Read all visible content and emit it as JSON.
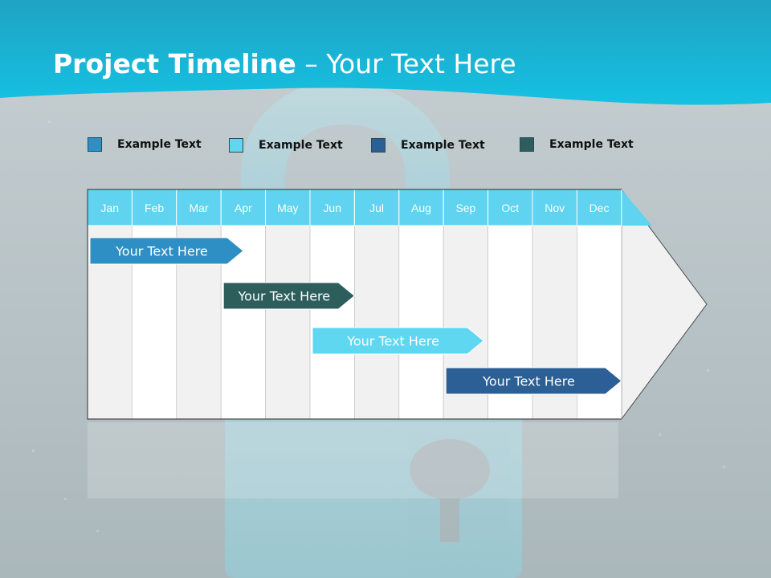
{
  "slide": {
    "title_bold": "Project Timeline",
    "title_rest": " – Your Text Here"
  },
  "colors": {
    "header_wave": "#17b5d6",
    "month_header": "#5fd3ef",
    "column_light": "#f1f1f1",
    "column_white": "#ffffff",
    "series": [
      "#2e8fc4",
      "#5fd7f1",
      "#2c5f95",
      "#2d5e5c"
    ]
  },
  "legend": [
    {
      "label": "Example Text",
      "color": "#2e8fc4"
    },
    {
      "label": "Example Text",
      "color": "#5fd7f1"
    },
    {
      "label": "Example Text",
      "color": "#2c5f95"
    },
    {
      "label": "Example Text",
      "color": "#2d5e5c"
    }
  ],
  "timeline": {
    "months": [
      "Jan",
      "Feb",
      "Mar",
      "Apr",
      "May",
      "Jun",
      "Jul",
      "Aug",
      "Sep",
      "Oct",
      "Nov",
      "Dec"
    ],
    "tasks": [
      {
        "label": "Your  Text Here",
        "start": 0,
        "end": 3.5,
        "color": "#2e8fc4"
      },
      {
        "label": "Your  Text Here",
        "start": 3.0,
        "end": 6.0,
        "color": "#2d5e5c"
      },
      {
        "label": "Your  Text Here",
        "start": 5.0,
        "end": 8.9,
        "color": "#5fd7f1"
      },
      {
        "label": "Your  Text Here",
        "start": 8.0,
        "end": 12.0,
        "color": "#2c5f95"
      }
    ]
  }
}
